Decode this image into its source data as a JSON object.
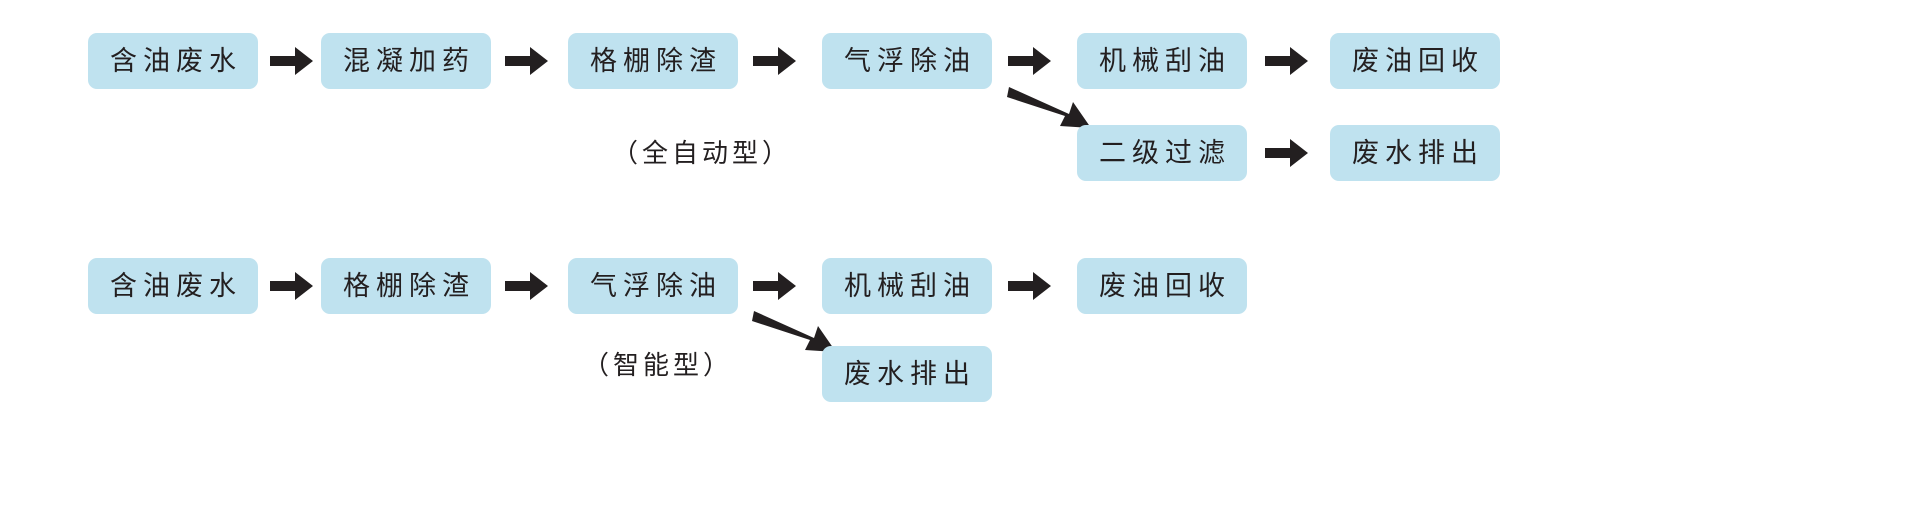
{
  "diagram": {
    "background_color": "#ffffff",
    "node_fill_color": "#bfe2ef",
    "text_color": "#231f20",
    "arrow_color": "#231f20",
    "rows": [
      {
        "id": "fully-automatic",
        "caption": "（全自动型）",
        "main_chain": [
          "含油废水",
          "混凝加药",
          "格棚除渣",
          "气浮除油",
          "机械刮油",
          "废油回收"
        ],
        "branch_from": "气浮除油",
        "branch_chain": [
          "二级过滤",
          "废水排出"
        ]
      },
      {
        "id": "intelligent",
        "caption": "（智能型）",
        "main_chain": [
          "含油废水",
          "格棚除渣",
          "气浮除油",
          "机械刮油",
          "废油回收"
        ],
        "branch_from": "气浮除油",
        "branch_chain": [
          "废水排出"
        ]
      }
    ],
    "nodes": {
      "r1n1": "含油废水",
      "r1n2": "混凝加药",
      "r1n3": "格棚除渣",
      "r1n4": "气浮除油",
      "r1n5": "机械刮油",
      "r1n6": "废油回收",
      "r1b1": "二级过滤",
      "r1b2": "废水排出",
      "r1caption": "（全自动型）",
      "r2n1": "含油废水",
      "r2n2": "格棚除渣",
      "r2n3": "气浮除油",
      "r2n4": "机械刮油",
      "r2n5": "废油回收",
      "r2b1": "废水排出",
      "r2caption": "（智能型）"
    }
  }
}
